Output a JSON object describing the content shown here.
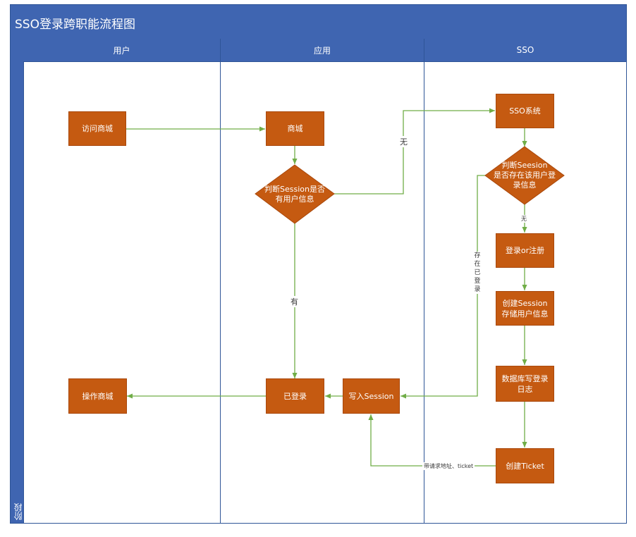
{
  "title": "SSO登录跨职能流程图",
  "phase_label": "阶段",
  "lanes": [
    {
      "label": "用户"
    },
    {
      "label": "应用"
    },
    {
      "label": "SSO"
    }
  ],
  "nodes": {
    "visit_mall": "访问商城",
    "mall": "商城",
    "check_session": "判断Session是否\n有用户信息",
    "sso_system": "SSO系统",
    "check_seesion": "判断Seesion\n是否存在该用户登\n录信息",
    "login_register": "登录or注册",
    "create_session": "创建Session\n存储用户信息",
    "db_log": "数据库写登录\n日志",
    "create_ticket": "创建Ticket",
    "write_session": "写入Session",
    "logged_in": "已登录",
    "operate_mall": "操作商城"
  },
  "edge_labels": {
    "no_to_sso": "无",
    "no_to_login": "无",
    "yes_logged": "有",
    "already_logged": "存在已登录",
    "ticket_return": "带请求地址、ticket"
  },
  "colors": {
    "header": "#3f65b1",
    "node": "#c55a11",
    "edge": "#70ad47"
  }
}
